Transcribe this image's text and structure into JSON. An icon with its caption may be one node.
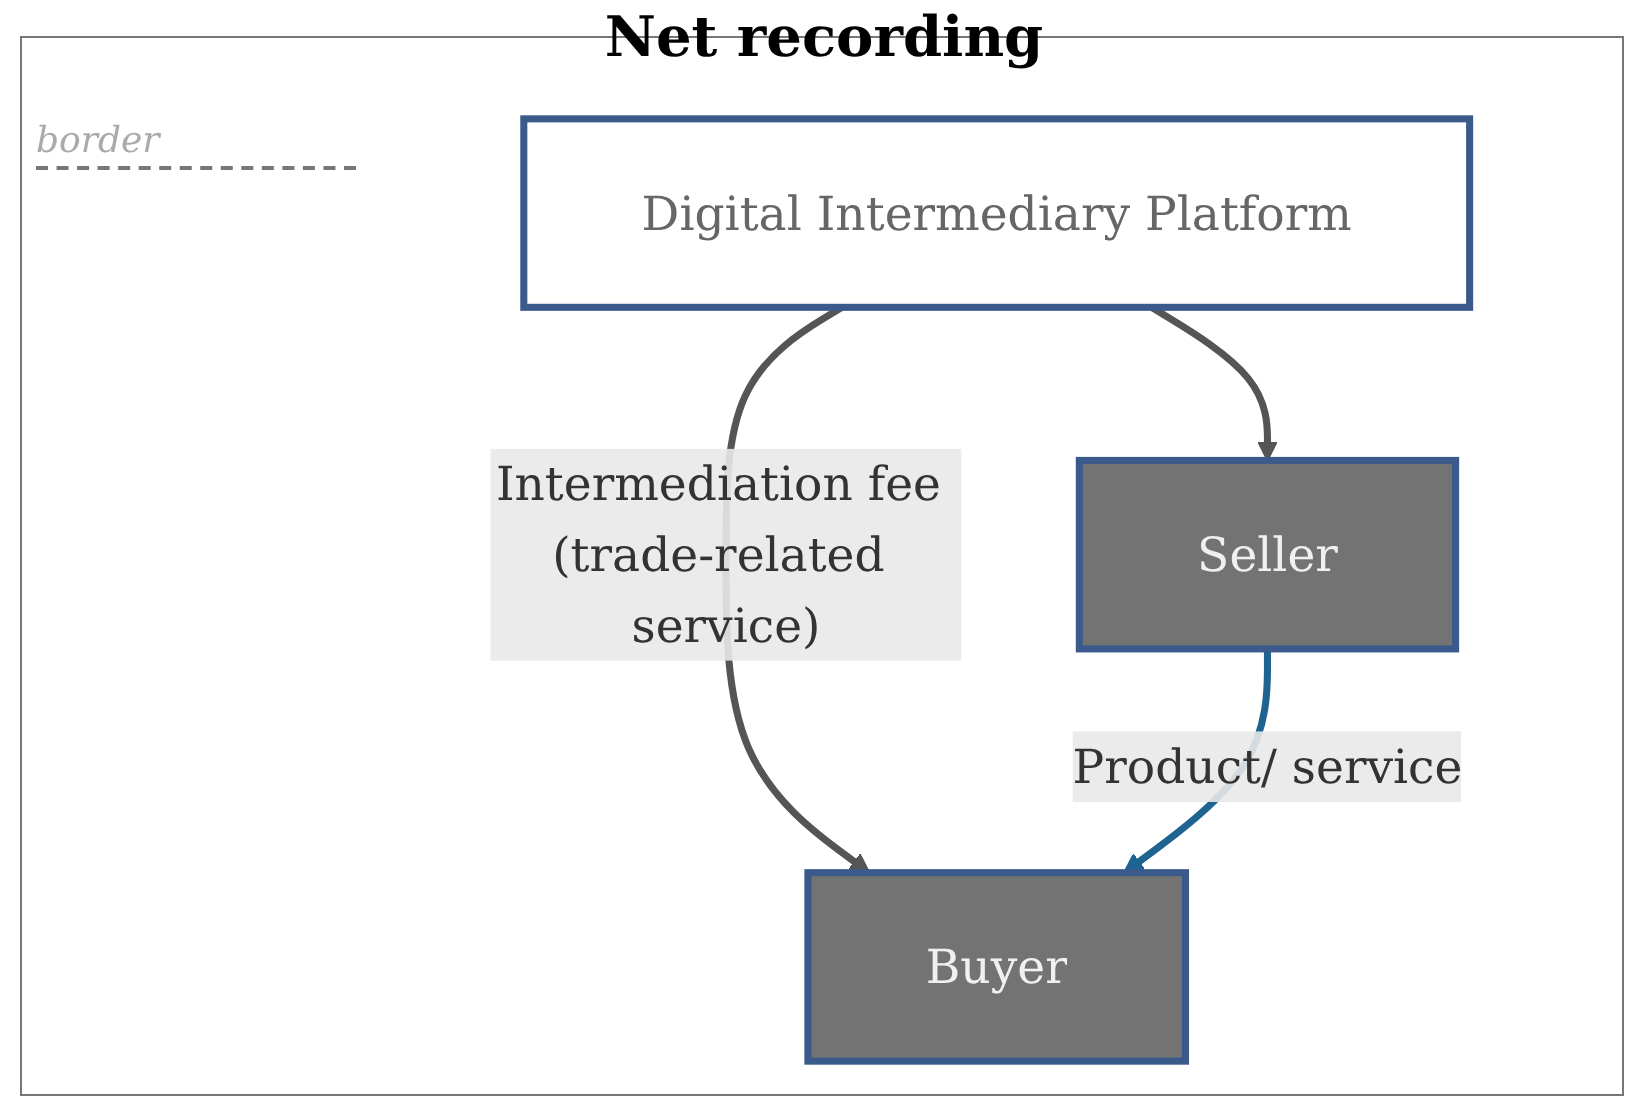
{
  "diagram": {
    "title": "Net recording",
    "nodes": [
      {
        "text": [
          "Digital Intermediary Platform"
        ]
      },
      {
        "text": [
          "Seller"
        ]
      },
      {
        "text": [
          "Buyer"
        ]
      }
    ],
    "edges": [
      {
        "from": 0,
        "to": 1,
        "arrow": "to"
      },
      {
        "from": 0,
        "to": 2,
        "arrow": "to",
        "label": "Intermediation fee (trade-related service)"
      },
      {
        "from": 1,
        "to": 2,
        "arrow": "to",
        "label": "Product/ service",
        "color": "#1f6391"
      }
    ],
    "labels": [
      "border"
    ]
  }
}
